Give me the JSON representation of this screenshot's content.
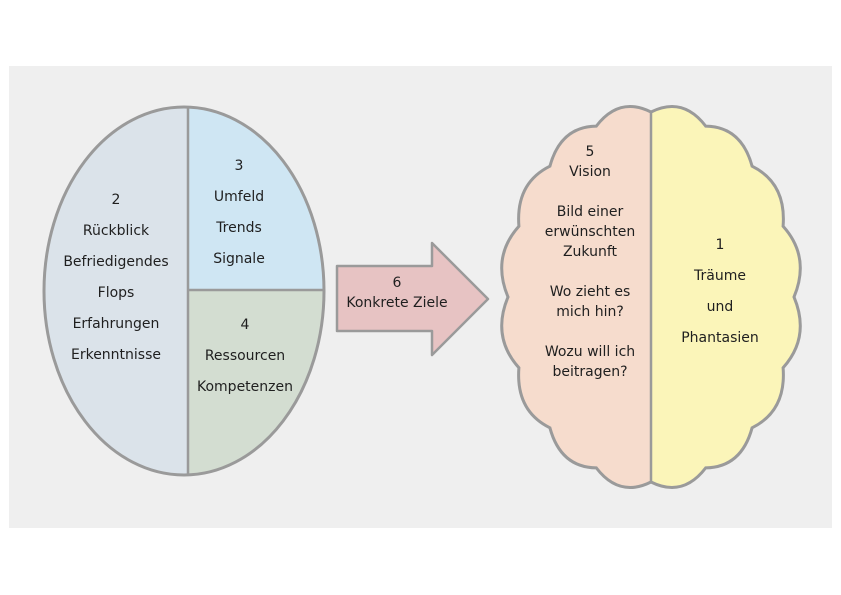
{
  "colors": {
    "background": "#efefef",
    "outline": "#9a9a9a",
    "review": "#dbe3ea",
    "environment": "#cfe6f3",
    "resources": "#d3ddd1",
    "arrow": "#e7c3c3",
    "vision": "#f6dccd",
    "dreams": "#fbf5b9"
  },
  "diagram": {
    "review": {
      "number": "2",
      "lines": [
        "Rückblick",
        "Befriedigendes",
        "Flops",
        "Erfahrungen",
        "Erkenntnisse"
      ]
    },
    "environment": {
      "number": "3",
      "lines": [
        "Umfeld",
        "Trends",
        "Signale"
      ]
    },
    "resources": {
      "number": "4",
      "lines": [
        "Ressourcen",
        "Kompetenzen"
      ]
    },
    "goals": {
      "number": "6",
      "lines": [
        "Konkrete Ziele"
      ]
    },
    "vision": {
      "number": "5",
      "title": "Vision",
      "paragraphs": [
        [
          "Bild einer",
          "erwünschten",
          "Zukunft"
        ],
        [
          "Wo zieht es",
          "mich hin?"
        ],
        [
          "Wozu will ich",
          "beitragen?"
        ]
      ]
    },
    "dreams": {
      "number": "1",
      "lines": [
        "Träume",
        "und",
        "Phantasien"
      ]
    }
  }
}
